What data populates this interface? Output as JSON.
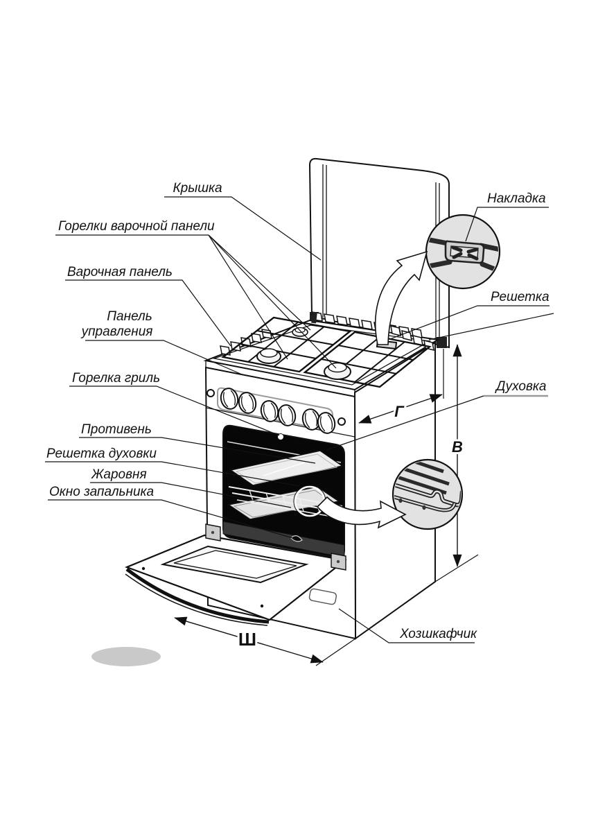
{
  "figure": {
    "kind": "gas stove parts diagram",
    "language": "ru"
  },
  "labels": {
    "kryshka": "Крышка",
    "gorelki": "Горелки варочной панели",
    "varochnaya": "Варочная панель",
    "panel1": "Панель",
    "panel2": "управления",
    "gorelka_gril": "Горелка гриль",
    "protiven": "Противень",
    "reshetka_duhovki": "Решетка духовки",
    "zharovnya": "Жаровня",
    "okno_zapalnika": "Окно запальника",
    "nakladka": "Накладка",
    "reshetka": "Решетка",
    "duhovka": "Духовка",
    "hozshkafchik": "Хозшкафчик"
  },
  "dimensions": {
    "depth": "Г",
    "height": "В",
    "width": "Ш"
  },
  "colors": {
    "line": "#111111",
    "detail_circle_fill": "#e2e2e2",
    "oven_cavity": "#070707",
    "shadow": "#c9c9c9",
    "duhovka_underline": "#999999"
  }
}
